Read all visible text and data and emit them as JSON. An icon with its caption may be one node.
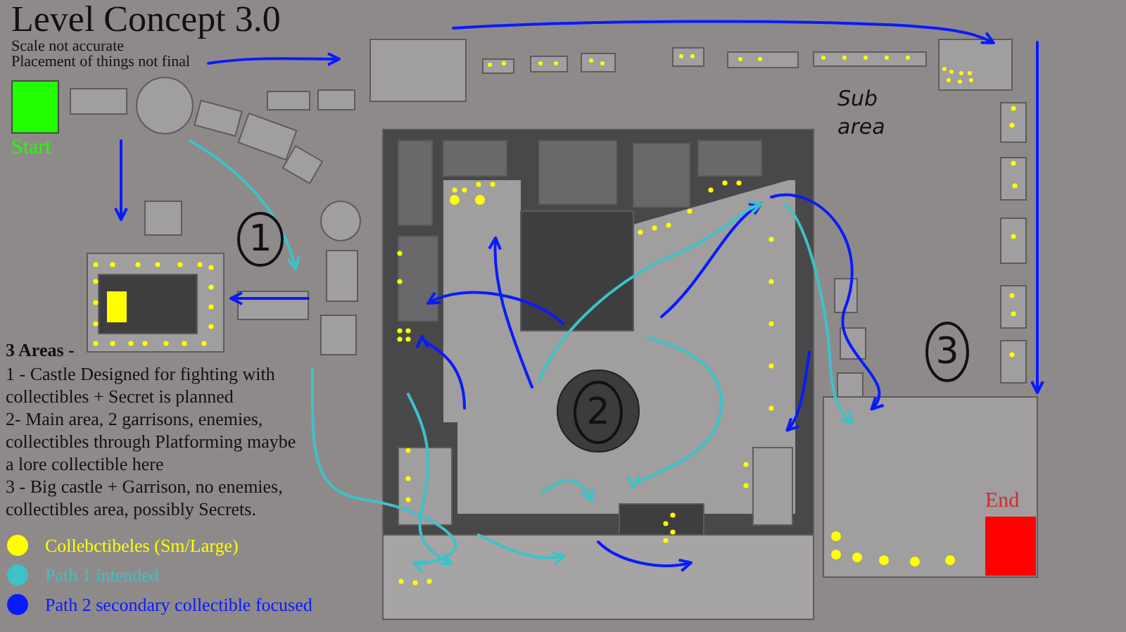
{
  "diagram": {
    "title": "Level Concept 3.0",
    "nodes": [
      {
        "text": [
          "Start"
        ]
      },
      {
        "text": [
          "1"
        ]
      },
      {
        "text": [
          "2"
        ]
      },
      {
        "text": [
          "3"
        ]
      },
      {
        "text": [
          "End"
        ]
      }
    ],
    "labels": [
      "Scale not accurate",
      "Placement of things not final",
      "Sub area",
      "3 Areas -",
      "1 - Castle Designed for fighting with collectibles + Secret is planned",
      "2- Main area, 2 garrisons, enemies, collectibles through Platforming maybe a lore collectible here",
      "3 - Big castle + Garrison, no enemies, collectibles area, possibly Secrets."
    ],
    "legend": [
      {
        "text": "Collebctibeles (Sm/Large)",
        "color": "#ffff00"
      },
      {
        "text": "Path 1 intended",
        "color": "#3ec1c9"
      },
      {
        "text": "Path 2 secondary collectible focused",
        "color": "#0a1aff"
      }
    ]
  }
}
